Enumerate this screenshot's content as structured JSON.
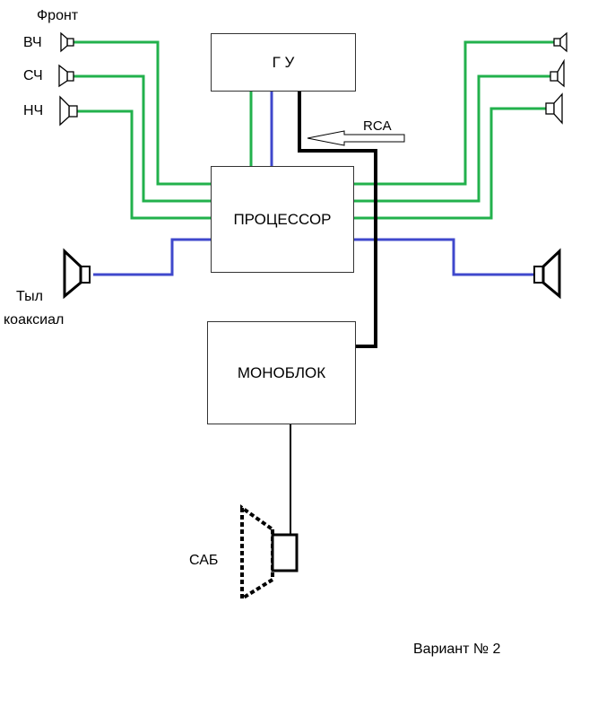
{
  "colors": {
    "green_wire": "#22b14c",
    "blue_wire": "#3f48cc",
    "black_wire": "#000000",
    "box_border": "#333333"
  },
  "blocks": {
    "head_unit": "Г У",
    "processor": "ПРОЦЕССОР",
    "monoblock": "МОНОБЛОК"
  },
  "labels": {
    "front": "Фронт",
    "tweeter": "ВЧ",
    "midrange": "СЧ",
    "woofer": "НЧ",
    "rear_line1": "Тыл",
    "rear_line2": "коаксиал",
    "sub": "САБ",
    "rca": "RCA",
    "variant": "Вариант № 2"
  },
  "icons": {
    "speaker": "speaker-icon",
    "arrow": "arrow-left-icon"
  }
}
